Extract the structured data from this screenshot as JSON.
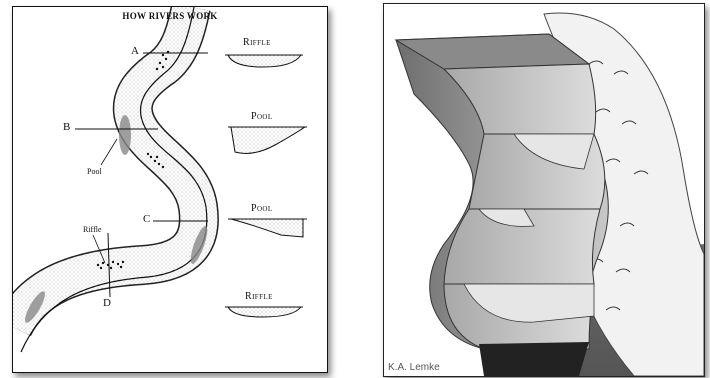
{
  "left_figure": {
    "title": "HOW RIVERS WORK",
    "markers": [
      "A",
      "B",
      "C",
      "D"
    ],
    "cross_sections": [
      {
        "label": "Riffle"
      },
      {
        "label": "Pool"
      },
      {
        "label": "Pool"
      },
      {
        "label": "Riffle"
      }
    ],
    "annotations": {
      "pool": "Pool",
      "riffle": "Riffle"
    }
  },
  "right_figure": {
    "credit": "K.A. Lemke"
  }
}
